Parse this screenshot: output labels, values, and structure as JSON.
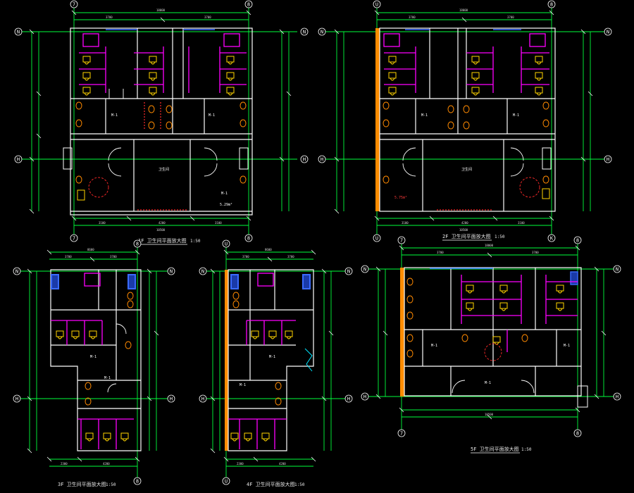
{
  "colors": {
    "background": "#000000",
    "axis_line": "#00ff3c",
    "axis_bubble": "#ffffff",
    "wall": "#ffffff",
    "partition": "#ff00ff",
    "fixture": "#ffd400",
    "fixture_alt": "#ff8a00",
    "blue_wall": "#3a6bff",
    "orange_strip": "#ff8c00",
    "red_detail": "#ff2a2a",
    "cyan_door": "#00e5ff",
    "dimension": "#d8d8d8"
  },
  "plans": [
    {
      "id": "plan-1f",
      "title": "1F 卫生间平面放大图",
      "scale": "1:50",
      "axes": {
        "top": [
          "7",
          "8"
        ],
        "left": [
          "N",
          "H"
        ],
        "right": [
          "N",
          "H"
        ],
        "bottom": [
          "7",
          "8"
        ]
      },
      "room_labels": [
        "卫生间",
        "M-1",
        "M-1",
        "M-1"
      ],
      "area_label": "5.29m²"
    },
    {
      "id": "plan-2f",
      "title": "2F 卫生间平面放大图",
      "scale": "1:50",
      "axes": {
        "top": [
          "U",
          "8"
        ],
        "left": [
          "N",
          "H"
        ],
        "right": [
          "N",
          "H"
        ],
        "bottom": [
          "U",
          "K"
        ]
      },
      "room_labels": [
        "卫生间",
        "M-1",
        "M-1"
      ],
      "area_label": "5.75m²"
    },
    {
      "id": "plan-3f",
      "title": "3F 卫生间平面放大图",
      "scale": "1:50",
      "axes": {
        "top": [
          "8"
        ],
        "left": [
          "N",
          "H"
        ],
        "right": [
          "N",
          "H"
        ],
        "bottom": [
          "8"
        ]
      },
      "room_labels": [
        "M-1",
        "M-1"
      ]
    },
    {
      "id": "plan-4f",
      "title": "4F 卫生间平面放大图",
      "scale": "1:50",
      "axes": {
        "top": [
          "U"
        ],
        "left": [
          "N",
          "H"
        ],
        "right": [
          "N",
          "H"
        ],
        "bottom": [
          "U"
        ]
      },
      "room_labels": [
        "M-1",
        "M-1"
      ]
    },
    {
      "id": "plan-5f",
      "title": "5F 卫生间平面放大图",
      "scale": "1:50",
      "axes": {
        "top": [
          "7",
          "8"
        ],
        "left": [
          "N",
          "H"
        ],
        "right": [
          "N",
          "H"
        ],
        "bottom": [
          "7",
          "8"
        ]
      },
      "room_labels": [
        "M-1",
        "M-1",
        "M-1"
      ]
    }
  ]
}
